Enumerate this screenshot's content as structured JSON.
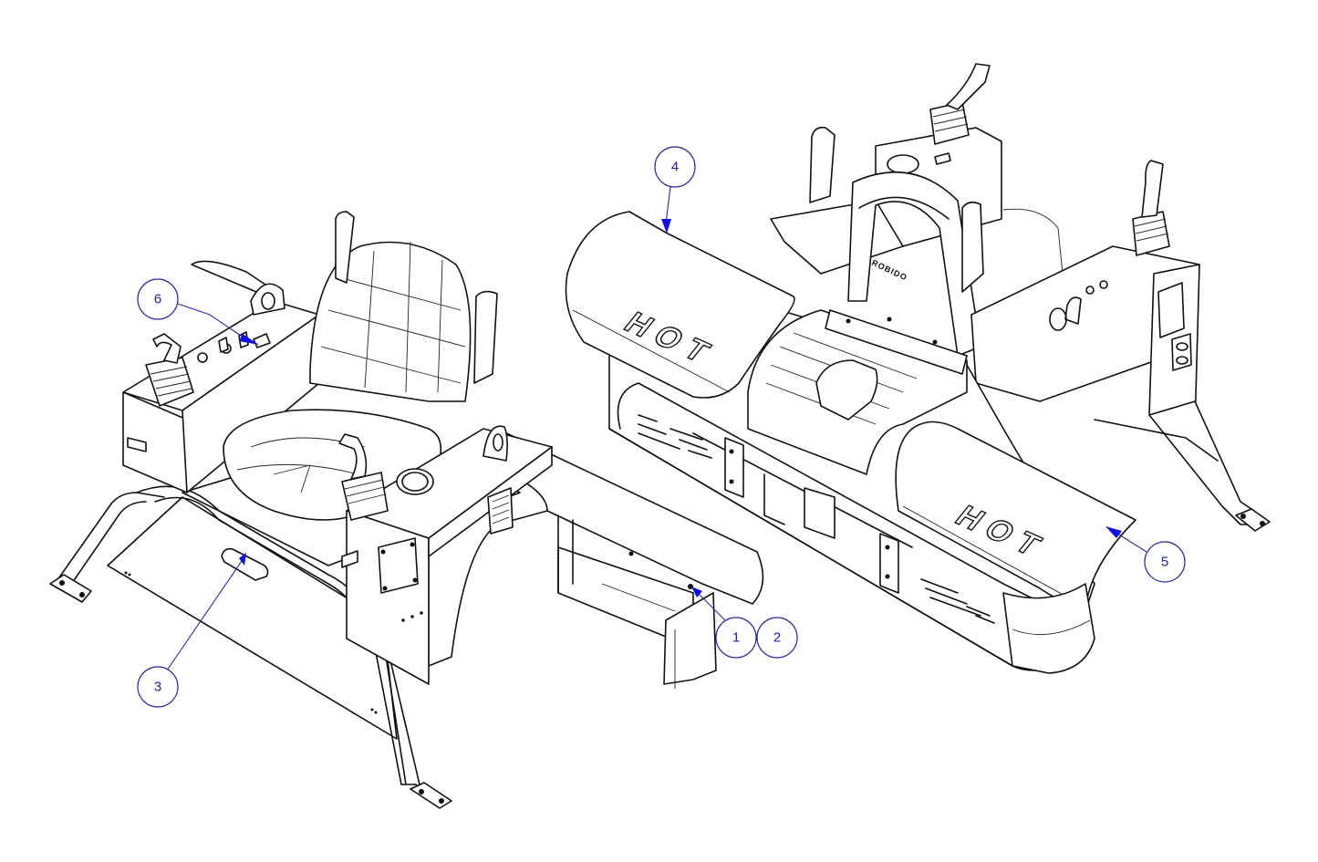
{
  "drawing": {
    "type": "isometric exploded assembly line drawing",
    "views": [
      {
        "id": "left-assembly",
        "description": "Operator station with seat, two joystick control towers, armrests, legs and lower panel"
      },
      {
        "id": "right-assembly",
        "description": "Operator station with engine hood covers marked HOT, seat with grab bar, joystick towers"
      }
    ],
    "colors": {
      "linework": "#111111",
      "balloon_stroke": "#2a2a9a",
      "balloon_text": "#2020a0",
      "leader_arrow": "#1010e0",
      "background": "#ffffff"
    }
  },
  "labels": {
    "hot_left": "HOT",
    "hot_right": "HOT",
    "seat_badge": "ROBIDO"
  },
  "balloons": [
    {
      "number": "1",
      "target": "small fastener on rear bracket"
    },
    {
      "number": "2",
      "target": "rear bracket (stacked with 1)"
    },
    {
      "number": "3",
      "target": "grab handle on front panel"
    },
    {
      "number": "4",
      "target": "left hood cover"
    },
    {
      "number": "5",
      "target": "right hood cover"
    },
    {
      "number": "6",
      "target": "switch on left control panel"
    }
  ]
}
